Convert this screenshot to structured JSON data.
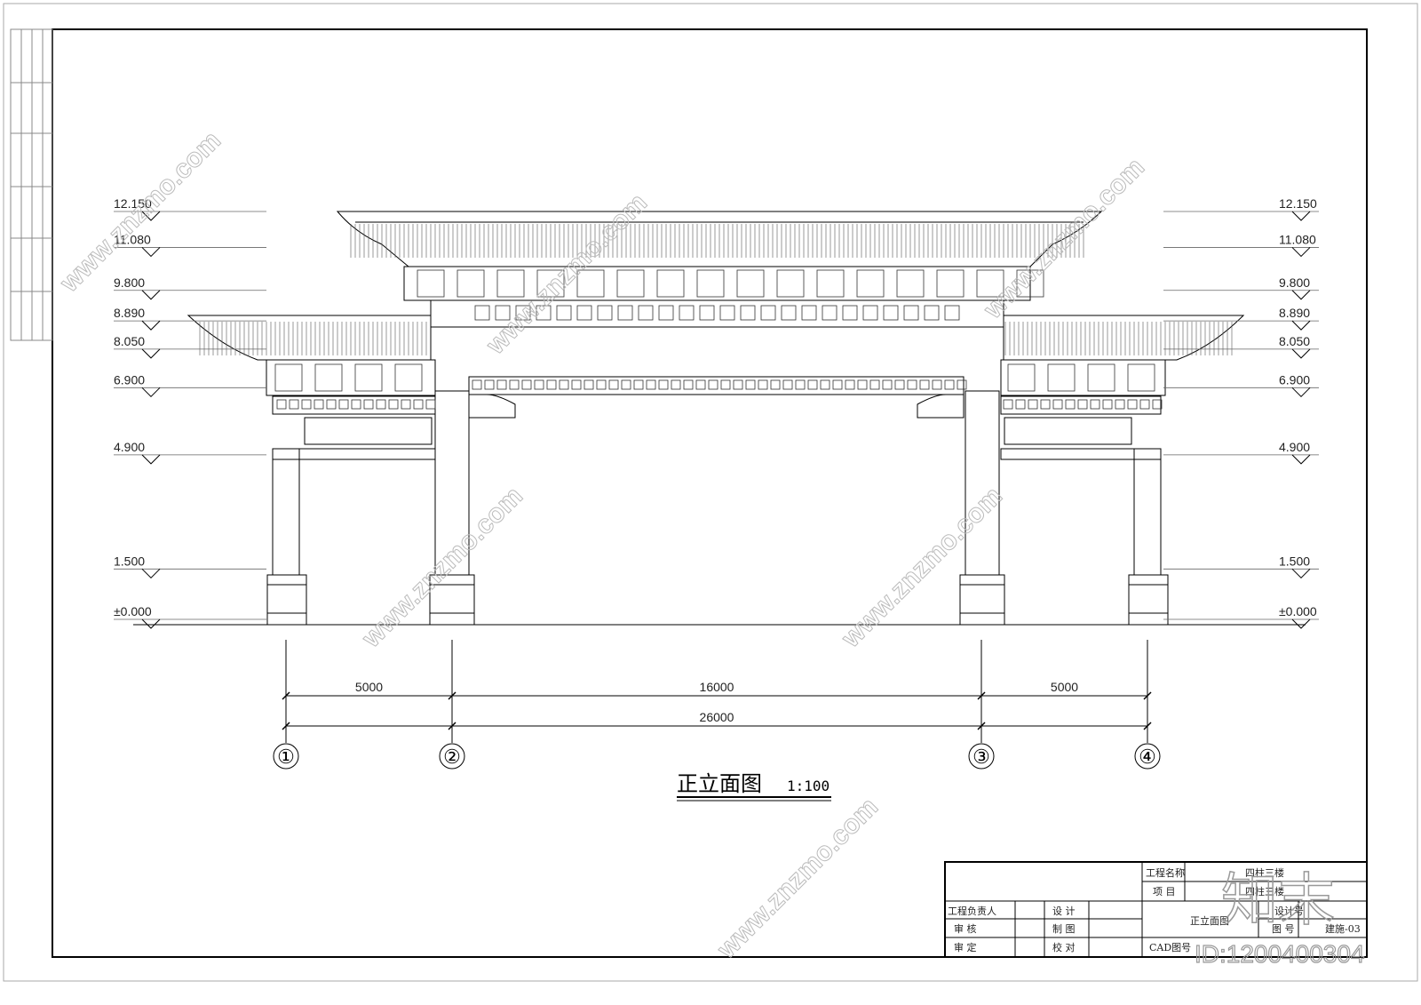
{
  "drawing": {
    "title": "正立面图",
    "scale": "1:100",
    "elevations": [
      "12.150",
      "11.080",
      "9.800",
      "8.890",
      "8.050",
      "6.900",
      "4.900",
      "1.500",
      "±0.000"
    ],
    "dimensions_row1": [
      "5000",
      "16000",
      "5000"
    ],
    "dimensions_total": "26000",
    "axes": [
      "①",
      "②",
      "③",
      "④"
    ]
  },
  "title_block": {
    "project_name_label": "工程名称",
    "project_name": "四柱三楼",
    "item_label": "项 目",
    "item": "四柱三楼",
    "engineer_label": "工程负责人",
    "review_label": "审 核",
    "approve_label": "审 定",
    "design_label": "设 计",
    "draw_label": "制 图",
    "check_label": "校 对",
    "sheet_title": "正立面图",
    "design_no_label": "设计号",
    "drawing_no_label": "图 号",
    "drawing_no": "建施-03",
    "cad_no_label": "CAD图号"
  },
  "watermark": {
    "site": "www.znzmo.com",
    "brand": "知末",
    "id": "ID:1200400304"
  }
}
